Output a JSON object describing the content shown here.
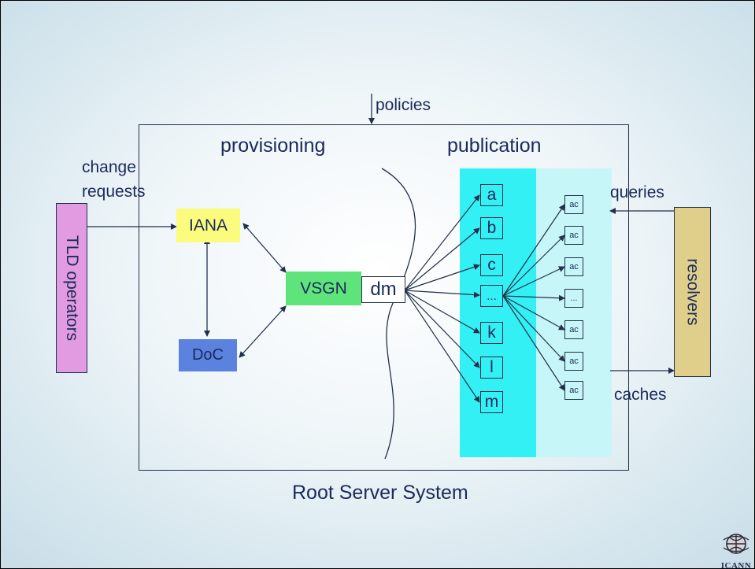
{
  "labels": {
    "policies": "policies",
    "provisioning": "provisioning",
    "publication": "publication",
    "change_requests_line1": "change",
    "change_requests_line2": "requests",
    "queries": "queries",
    "caches": "caches",
    "root_server_system": "Root Server System"
  },
  "nodes": {
    "tld_operators": "TLD operators",
    "iana": "IANA",
    "doc": "DoC",
    "vsgn": "VSGN",
    "dm": "dm",
    "resolvers": "resolvers"
  },
  "root_servers": [
    "a",
    "b",
    "c",
    "...",
    "k",
    "l",
    "m"
  ],
  "anycast_nodes": [
    "ac",
    "ac",
    "ac",
    "...",
    "ac",
    "ac",
    "ac"
  ],
  "logo": {
    "text": "ICANN"
  },
  "colors": {
    "tld_operators": "#e29be0",
    "iana": "#fbfb7e",
    "doc": "#5b82df",
    "vsgn": "#5fe47b",
    "resolvers": "#dfcf8a",
    "publication_primary": "#33f0f4",
    "publication_secondary": "#c6f6f7",
    "text": "#1a2a5a"
  }
}
